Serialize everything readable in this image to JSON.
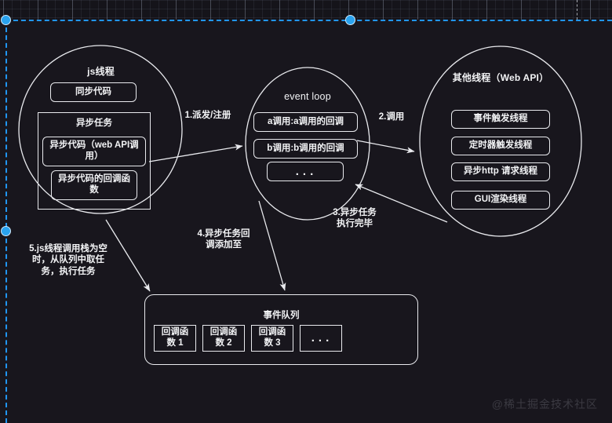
{
  "canvas": {
    "background_color": "#18161d",
    "selection_color": "#2196f3",
    "stroke_color": "#e9eaee"
  },
  "watermark": "@稀土掘金技术社区",
  "diagram": {
    "js_thread": {
      "title": "js线程",
      "sync_code": "同步代码",
      "async_task_title": "异步任务",
      "async_code": "异步代码（web API调用）",
      "async_callback": "异步代码的回调函数"
    },
    "event_loop": {
      "title": "event loop",
      "items": [
        "a调用:a调用的回调",
        "b调用:b调用的回调",
        "..."
      ]
    },
    "other_threads": {
      "title": "其他线程（Web API）",
      "items": [
        "事件触发线程",
        "定时器触发线程",
        "异步http 请求线程",
        "GUI渲染线程"
      ]
    },
    "event_queue": {
      "title": "事件队列",
      "items": [
        "回调函数\n1",
        "回调函数\n2",
        "回调函数\n3",
        "..."
      ]
    },
    "arrows": [
      {
        "id": "step1",
        "label": "1.派发/注册"
      },
      {
        "id": "step2",
        "label": "2.调用"
      },
      {
        "id": "step3",
        "label": "3.异步任务\n执行完毕"
      },
      {
        "id": "step4",
        "label": "4.异步任务回\n调添加至"
      },
      {
        "id": "step5",
        "label": "5.js线程调用栈为空\n时，从队列中取任\n务，执行任务"
      }
    ]
  }
}
